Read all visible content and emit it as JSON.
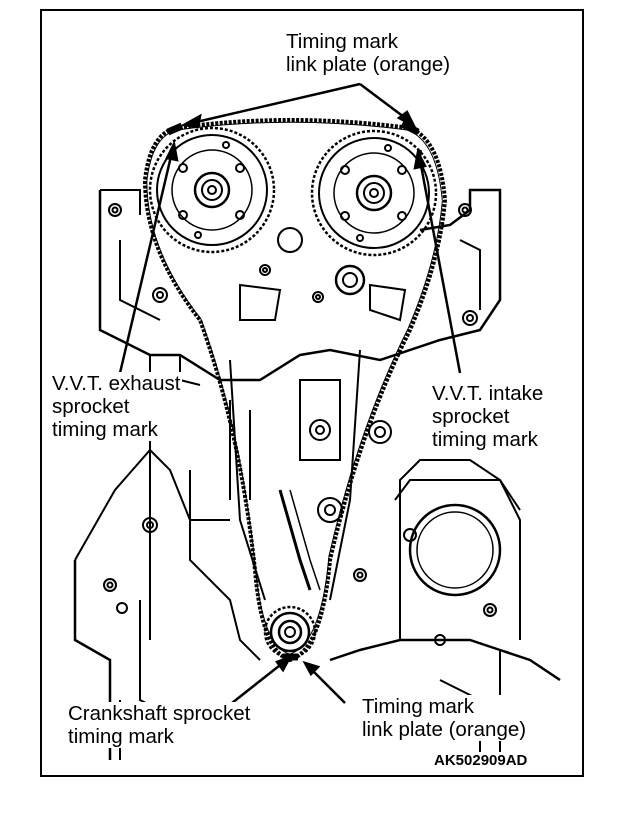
{
  "labels": {
    "top_timing_mark": [
      "Timing mark",
      "link plate (orange)"
    ],
    "vvt_exhaust": [
      "V.V.T. exhaust",
      "sprocket",
      "timing mark"
    ],
    "vvt_intake": [
      "V.V.T. intake",
      "sprocket",
      "timing mark"
    ],
    "crankshaft": [
      "Crankshaft sprocket",
      "timing mark"
    ],
    "bottom_timing_mark": [
      "Timing mark",
      "link plate (orange)"
    ]
  },
  "figure_code": "AK502909AD",
  "colors": {
    "line": "#000000",
    "background": "#ffffff"
  }
}
